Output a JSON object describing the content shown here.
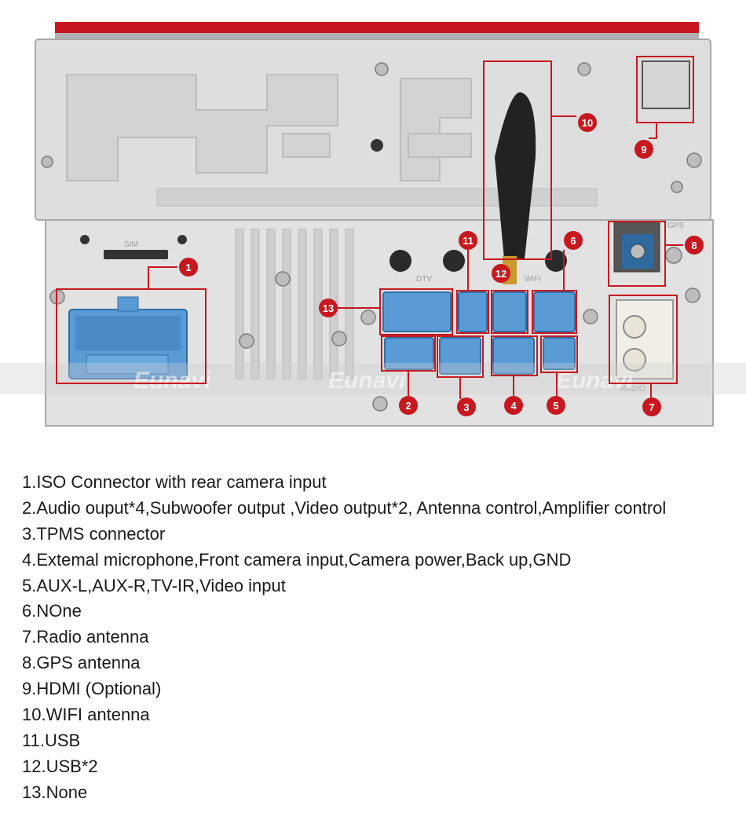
{
  "photo": {
    "callouts": [
      "1",
      "2",
      "3",
      "4",
      "5",
      "6",
      "7",
      "8",
      "9",
      "10",
      "11",
      "12",
      "13"
    ],
    "silkscreen": {
      "sim": "SIM",
      "dtv": "DTV",
      "wifi": "WIFI",
      "gps": "GPS",
      "radio": "RADIO"
    },
    "brand_watermark": "Eunavi",
    "colors": {
      "chassis": "#dcdcdc",
      "connector_blue": "#5b9bd5",
      "callout_red": "#c8171e",
      "antenna": "#222222"
    }
  },
  "legend": {
    "items": [
      "1.ISO Connector with rear camera input",
      "2.Audio ouput*4,Subwoofer output ,Video output*2, Antenna control,Amplifier control",
      "3.TPMS connector",
      "4.Extemal microphone,Front camera input,Camera power,Back up,GND",
      "5.AUX-L,AUX-R,TV-IR,Video input",
      "6.NOne",
      "7.Radio antenna",
      "8.GPS antenna",
      "9.HDMI (Optional)",
      "10.WIFI antenna",
      "11.USB",
      "12.USB*2",
      "13.None"
    ]
  }
}
